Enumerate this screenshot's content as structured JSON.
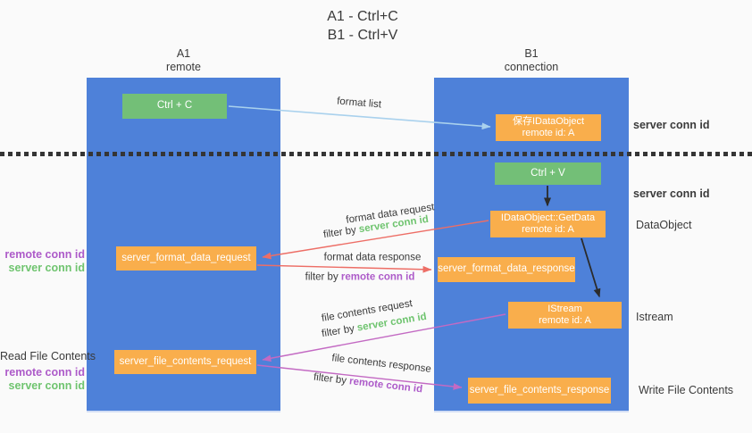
{
  "title": {
    "line1": "A1 - Ctrl+C",
    "line2": "B1 - Ctrl+V"
  },
  "lanes": {
    "left": {
      "name": "A1",
      "role": "remote"
    },
    "right": {
      "name": "B1",
      "role": "connection"
    }
  },
  "nodes": {
    "ctrl_c": {
      "label": "Ctrl + C"
    },
    "save_dataobject": {
      "line1": "保存IDataObject",
      "line2": "remote id: A"
    },
    "ctrl_v": {
      "label": "Ctrl + V"
    },
    "getdata": {
      "line1": "IDataObject::GetData",
      "line2": "remote id: A"
    },
    "server_format_data_request": {
      "label": "server_format_data_request"
    },
    "server_format_data_response": {
      "label": "server_format_data_response"
    },
    "istream": {
      "line1": "IStream",
      "line2": "remote id: A"
    },
    "server_file_contents_request": {
      "label": "server_file_contents_request"
    },
    "server_file_contents_response": {
      "label": "server_file_contents_response"
    }
  },
  "side_labels": {
    "server_conn_id_top": "server conn id",
    "server_conn_id_mid": "server conn id",
    "dataobject": "DataObject",
    "istream": "Istream",
    "write_file_contents": "Write File Contents",
    "read_file_contents": "Read File Contents",
    "remote_conn_id_fmt": "remote conn id",
    "server_conn_id_fmt": "server conn id",
    "remote_conn_id_file": "remote conn id",
    "server_conn_id_file": "server conn id"
  },
  "arrows": {
    "format_list": {
      "label": "format list"
    },
    "format_request": {
      "label": "format data request",
      "filter_prefix": "filter by",
      "filter_key": "server conn id"
    },
    "format_response": {
      "label": "format data response",
      "filter_prefix": "filter by",
      "filter_key": "remote conn id"
    },
    "file_request": {
      "label": "file contents request",
      "filter_prefix": "filter by",
      "filter_key": "server conn id"
    },
    "file_response": {
      "label": "file contents response",
      "filter_prefix": "filter by",
      "filter_key": "remote conn id"
    }
  },
  "colors": {
    "lane_blue": "#4E81D9",
    "node_green": "#73BF77",
    "node_orange": "#F9AE4C",
    "label_green": "#6FC46F",
    "label_purple": "#AD5BC9",
    "arrow_red": "#ED6E66",
    "arrow_magenta": "#C36AC3",
    "arrow_lightblue": "#A9D1ED",
    "arrow_black": "#2B2B2B",
    "text_dark": "#3A3A3A"
  }
}
